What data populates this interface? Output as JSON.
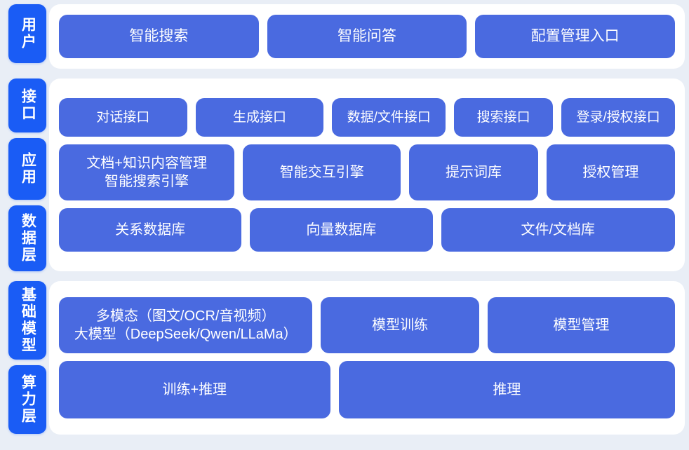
{
  "colors": {
    "page_background": "#e9eef6",
    "panel_background": "#ffffff",
    "tab_blue": "#1a5cf5",
    "box_blue": "#4a6ae0",
    "text_on_blue": "#ffffff"
  },
  "sections": [
    {
      "id": "users",
      "tabs": [
        {
          "id": "user",
          "label": "用户"
        }
      ],
      "rows": [
        {
          "id": "user-entries",
          "boxes": [
            {
              "id": "smart-search",
              "label": "智能搜索"
            },
            {
              "id": "smart-qa",
              "label": "智能问答"
            },
            {
              "id": "config-management-entry",
              "label": "配置管理入口"
            }
          ]
        }
      ]
    },
    {
      "id": "middle",
      "tabs": [
        {
          "id": "interface",
          "label": "接口"
        },
        {
          "id": "application",
          "label": "应用"
        },
        {
          "id": "data",
          "label": "数据层"
        }
      ],
      "rows": [
        {
          "id": "interface-row",
          "boxes": [
            {
              "id": "dialog-api",
              "label": "对话接口"
            },
            {
              "id": "generation-api",
              "label": "生成接口"
            },
            {
              "id": "data-file-api",
              "label": "数据/文件接口"
            },
            {
              "id": "search-api",
              "label": "搜索接口"
            },
            {
              "id": "login-auth-api",
              "label": "登录/授权接口"
            }
          ]
        },
        {
          "id": "application-row",
          "boxes": [
            {
              "id": "doc-knowledge-management",
              "label": "文档+知识内容管理\n智能搜索引擎"
            },
            {
              "id": "smart-interaction-engine",
              "label": "智能交互引擎"
            },
            {
              "id": "prompt-library",
              "label": "提示词库"
            },
            {
              "id": "authorization-management",
              "label": "授权管理"
            }
          ]
        },
        {
          "id": "data-row",
          "boxes": [
            {
              "id": "relational-database",
              "label": "关系数据库"
            },
            {
              "id": "vector-database",
              "label": "向量数据库"
            },
            {
              "id": "file-document-store",
              "label": "文件/文档库"
            }
          ]
        }
      ]
    },
    {
      "id": "base",
      "tabs": [
        {
          "id": "base-model",
          "label": "基础模型"
        },
        {
          "id": "compute",
          "label": "算力层"
        }
      ],
      "rows": [
        {
          "id": "model-row",
          "boxes": [
            {
              "id": "multimodal-large-model",
              "label": "多模态（图文/OCR/音视频）\n大模型（DeepSeek/Qwen/LLaMa）"
            },
            {
              "id": "model-training",
              "label": "模型训练"
            },
            {
              "id": "model-management",
              "label": "模型管理"
            }
          ]
        },
        {
          "id": "compute-row",
          "boxes": [
            {
              "id": "train-and-inference",
              "label": "训练+推理"
            },
            {
              "id": "inference",
              "label": "推理"
            }
          ]
        }
      ]
    }
  ]
}
